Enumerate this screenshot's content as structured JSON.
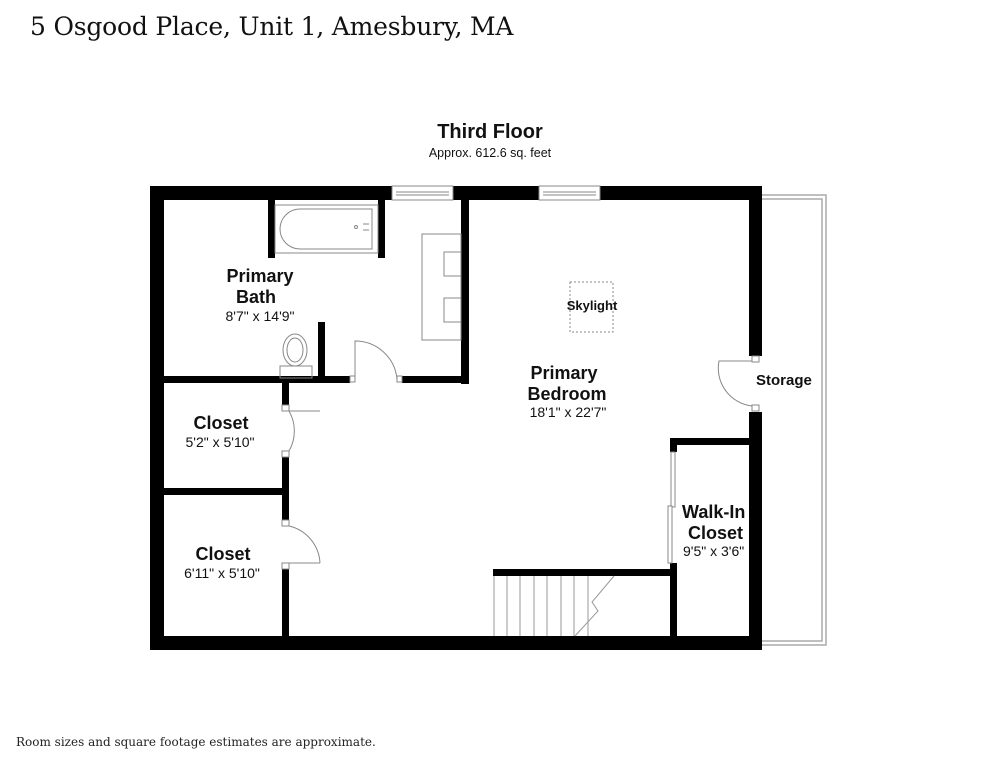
{
  "header": {
    "address": "5 Osgood Place, Unit 1, Amesbury, MA"
  },
  "floor": {
    "name": "Third Floor",
    "area": "Approx. 612.6 sq. feet"
  },
  "rooms": [
    {
      "id": "primary-bath",
      "name_line1": "Primary",
      "name_line2": "Bath",
      "dims": "8'7\" x 14'9\""
    },
    {
      "id": "primary-bedroom",
      "name_line1": "Primary",
      "name_line2": "Bedroom",
      "dims": "18'1\" x 22'7\""
    },
    {
      "id": "closet-1",
      "name_line1": "Closet",
      "dims": "5'2\" x 5'10\""
    },
    {
      "id": "closet-2",
      "name_line1": "Closet",
      "dims": "6'11\" x 5'10\""
    },
    {
      "id": "walk-in-closet",
      "name_line1": "Walk-In",
      "name_line2": "Closet",
      "dims": "9'5\" x 3'6\""
    },
    {
      "id": "storage",
      "name_line1": "Storage"
    }
  ],
  "features": {
    "skylight": "Skylight"
  },
  "colors": {
    "wall": "#000000",
    "fixture_stroke": "#888888",
    "background": "#ffffff"
  },
  "footer": {
    "disclaimer": "Room sizes and square footage estimates are approximate."
  }
}
